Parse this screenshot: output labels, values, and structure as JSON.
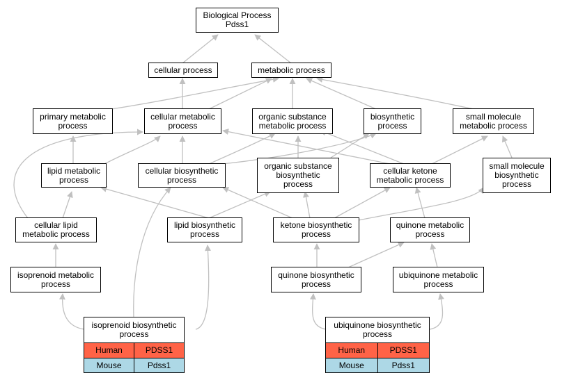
{
  "title": "Biological Process\nPdss1",
  "terms": {
    "cellular_process": "cellular process",
    "metabolic_process": "metabolic process",
    "primary_metabolic_process": "primary metabolic\nprocess",
    "cellular_metabolic_process": "cellular metabolic\nprocess",
    "organic_substance_metabolic_process": "organic substance\nmetabolic process",
    "biosynthetic_process": "biosynthetic\nprocess",
    "small_molecule_metabolic_process": "small molecule\nmetabolic process",
    "lipid_metabolic_process": "lipid metabolic\nprocess",
    "cellular_biosynthetic_process": "cellular biosynthetic\nprocess",
    "organic_substance_biosynthetic_process": "organic substance\nbiosynthetic\nprocess",
    "cellular_ketone_metabolic_process": "cellular ketone\nmetabolic process",
    "small_molecule_biosynthetic_process": "small molecule\nbiosynthetic\nprocess",
    "cellular_lipid_metabolic_process": "cellular lipid\nmetabolic process",
    "lipid_biosynthetic_process": "lipid biosynthetic\nprocess",
    "ketone_biosynthetic_process": "ketone biosynthetic\nprocess",
    "quinone_metabolic_process": "quinone metabolic\nprocess",
    "isoprenoid_metabolic_process": "isoprenoid metabolic\nprocess",
    "quinone_biosynthetic_process": "quinone biosynthetic\nprocess",
    "ubiquinone_metabolic_process": "ubiquinone metabolic\nprocess"
  },
  "annotated_terms": [
    {
      "label": "isoprenoid biosynthetic\nprocess",
      "rows": [
        {
          "species": "Human",
          "gene": "PDSS1",
          "color": "#ff6347"
        },
        {
          "species": "Mouse",
          "gene": "Pdss1",
          "color": "#add8e6"
        }
      ]
    },
    {
      "label": "ubiquinone biosynthetic\nprocess",
      "rows": [
        {
          "species": "Human",
          "gene": "PDSS1",
          "color": "#ff6347"
        },
        {
          "species": "Mouse",
          "gene": "Pdss1",
          "color": "#add8e6"
        }
      ]
    }
  ],
  "edge_color": "#c0c0c0"
}
